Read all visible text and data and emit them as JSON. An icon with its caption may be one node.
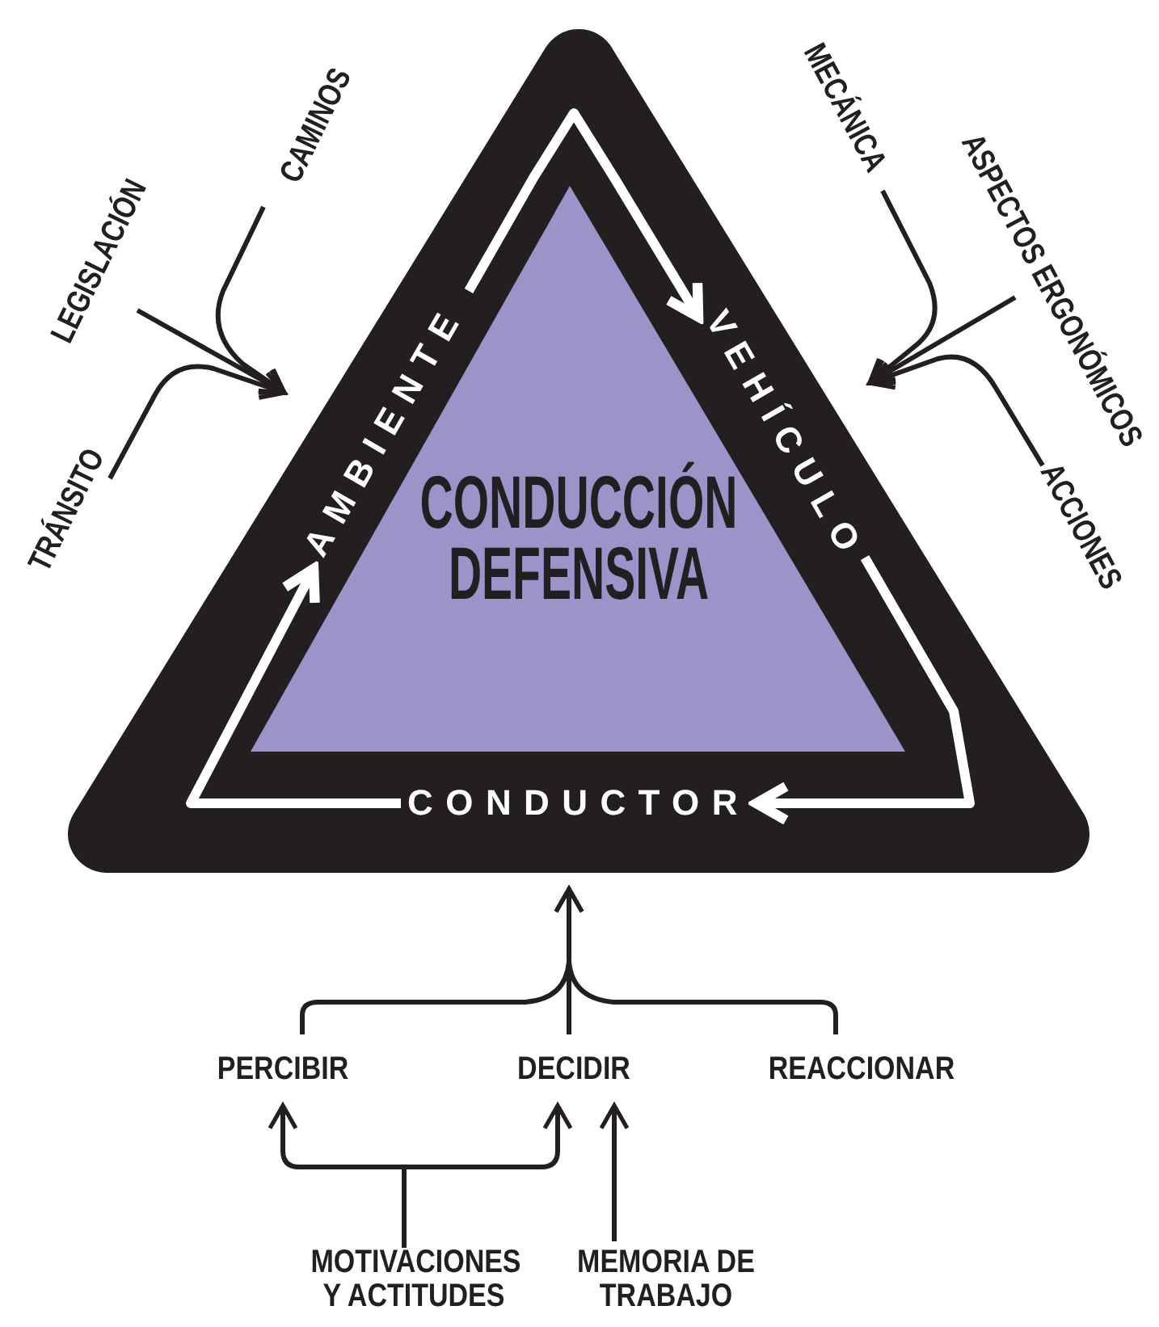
{
  "diagram": {
    "nodes": [
      {
        "text": [],
        "shape": "triangle"
      },
      {
        "text": [
          "CONDUCCIÓN DEFENSIVA"
        ],
        "in": 0
      },
      {
        "text": [
          "AMBIENTE"
        ],
        "in": 0
      },
      {
        "text": [
          "VEHÍCULO"
        ],
        "in": 0
      },
      {
        "text": [
          "CONDUCTOR"
        ],
        "in": 0
      },
      {
        "text": [
          "CAMINOS"
        ]
      },
      {
        "text": [
          "LEGISLACIÓN"
        ]
      },
      {
        "text": [
          "TRÁNSITO"
        ]
      },
      {
        "text": [
          "MECÁNICA"
        ]
      },
      {
        "text": [
          "ASPECTOS ERGONÓMICOS"
        ]
      },
      {
        "text": [
          "ACCIONES"
        ]
      },
      {
        "text": [
          "PERCIBIR"
        ]
      },
      {
        "text": [
          "DECIDIR"
        ]
      },
      {
        "text": [
          "REACCIONAR"
        ]
      },
      {
        "text": [
          "MOTIVACIONES Y ACTITUDES"
        ]
      },
      {
        "text": [
          "MEMORIA DE TRABAJO"
        ]
      }
    ],
    "edges": [
      {
        "from": 5,
        "to": 2,
        "arrow": "to"
      },
      {
        "from": 6,
        "to": 2,
        "arrow": "to"
      },
      {
        "from": 7,
        "to": 2,
        "arrow": "to"
      },
      {
        "from": 8,
        "to": 3,
        "arrow": "to"
      },
      {
        "from": 9,
        "to": 3,
        "arrow": "to"
      },
      {
        "from": 10,
        "to": 3,
        "arrow": "to"
      },
      {
        "from": 11,
        "to": 4,
        "arrow": "to"
      },
      {
        "from": 12,
        "to": 4,
        "arrow": "to"
      },
      {
        "from": 13,
        "to": 4,
        "arrow": "to"
      },
      {
        "from": 14,
        "to": 11,
        "arrow": "to"
      },
      {
        "from": 14,
        "to": 12,
        "arrow": "to"
      },
      {
        "from": 15,
        "to": 12,
        "arrow": "to"
      },
      {
        "from": 2,
        "to": 3,
        "arrow": "to",
        "style": "thick",
        "color": "#ffffff"
      },
      {
        "from": 3,
        "to": 4,
        "arrow": "to",
        "style": "thick",
        "color": "#ffffff"
      },
      {
        "from": 4,
        "to": 2,
        "arrow": "to",
        "style": "thick",
        "color": "#ffffff"
      }
    ]
  }
}
